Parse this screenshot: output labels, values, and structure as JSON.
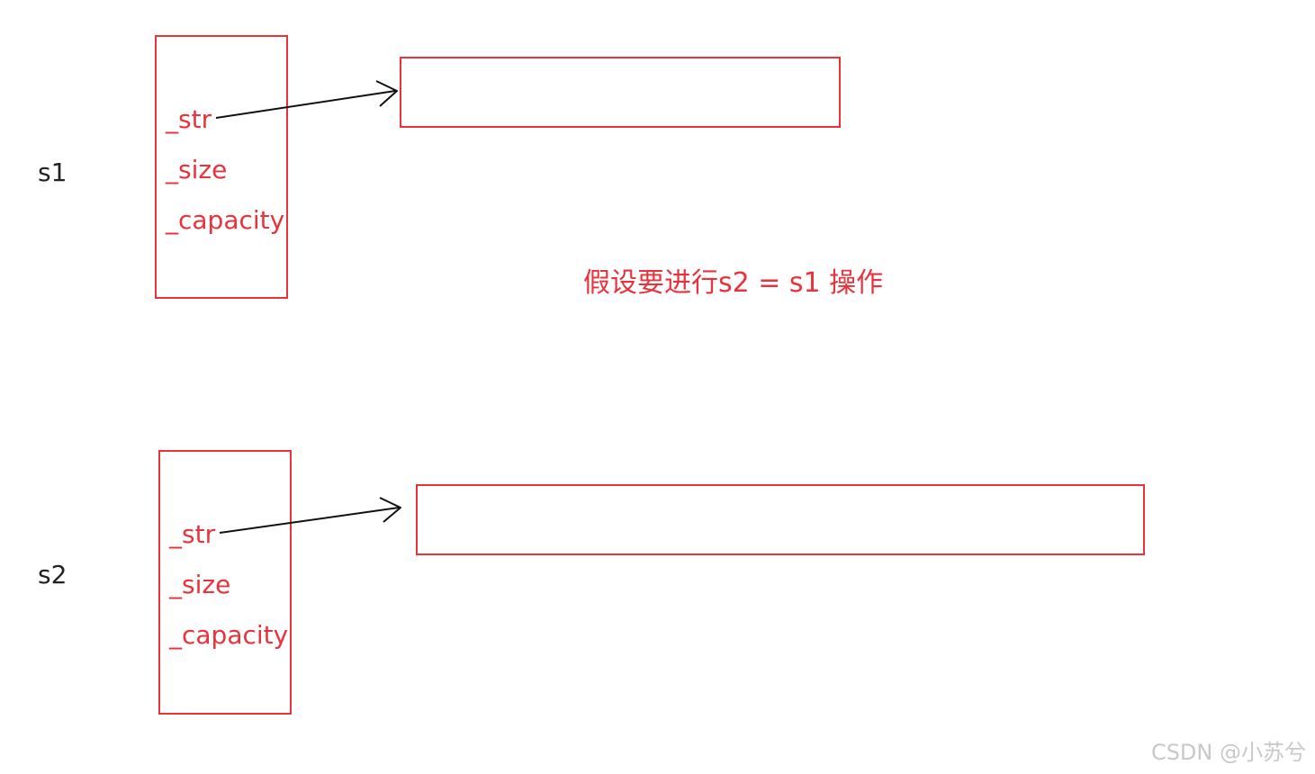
{
  "objects": [
    {
      "label": "s1",
      "fields": [
        "_str",
        "_size",
        "_capacity"
      ]
    },
    {
      "label": "s2",
      "fields": [
        "_str",
        "_size",
        "_capacity"
      ]
    }
  ],
  "caption": "假设要进行s2 = s1 操作",
  "watermark": "CSDN @小苏兮",
  "colors": {
    "accent": "#e8323c",
    "text": "#222222",
    "arrow": "#111111",
    "watermark": "#c8c8c8"
  }
}
